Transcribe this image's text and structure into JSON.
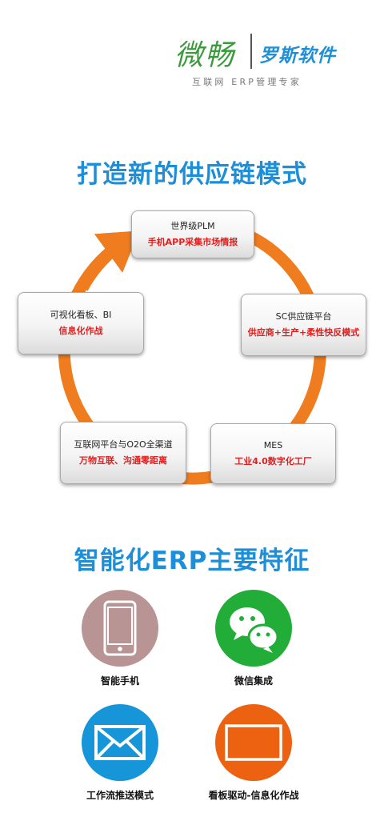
{
  "logo": {
    "script_text": "微畅",
    "brand_text": "罗斯软件",
    "tagline": "互联网 ERP管理专家"
  },
  "section1": {
    "title": "打造新的供应链模式",
    "nodes": [
      {
        "line1": "世界级PLM",
        "line2": "手机APP采集市场情报"
      },
      {
        "line1": "SC供应链平台",
        "line2": "供应商+生产+柔性快反模式"
      },
      {
        "line1": "MES",
        "line2": "工业4.0数字化工厂"
      },
      {
        "line1": "互联网平台与O2O全渠道",
        "line2": "万物互联、沟通零距离"
      },
      {
        "line1": "可视化看板、BI",
        "line2": "信息化作战"
      }
    ]
  },
  "section2": {
    "title": "智能化ERP主要特征",
    "features": [
      {
        "label": "智能手机",
        "icon": "smartphone-icon"
      },
      {
        "label": "微信集成",
        "icon": "wechat-icon"
      },
      {
        "label": "工作流推送模式",
        "icon": "envelope-icon"
      },
      {
        "label": "看板驱动-信息化作战",
        "icon": "board-icon"
      }
    ]
  },
  "colors": {
    "title_blue": "#1d8fd8",
    "ring_orange": "#ef7d1f",
    "red_text": "#e02020",
    "phone_circle": "#b89495",
    "wechat_circle": "#22ac38",
    "mail_circle": "#1695d8",
    "board_circle": "#ec6211",
    "logo_green": "#3a9a3c"
  }
}
